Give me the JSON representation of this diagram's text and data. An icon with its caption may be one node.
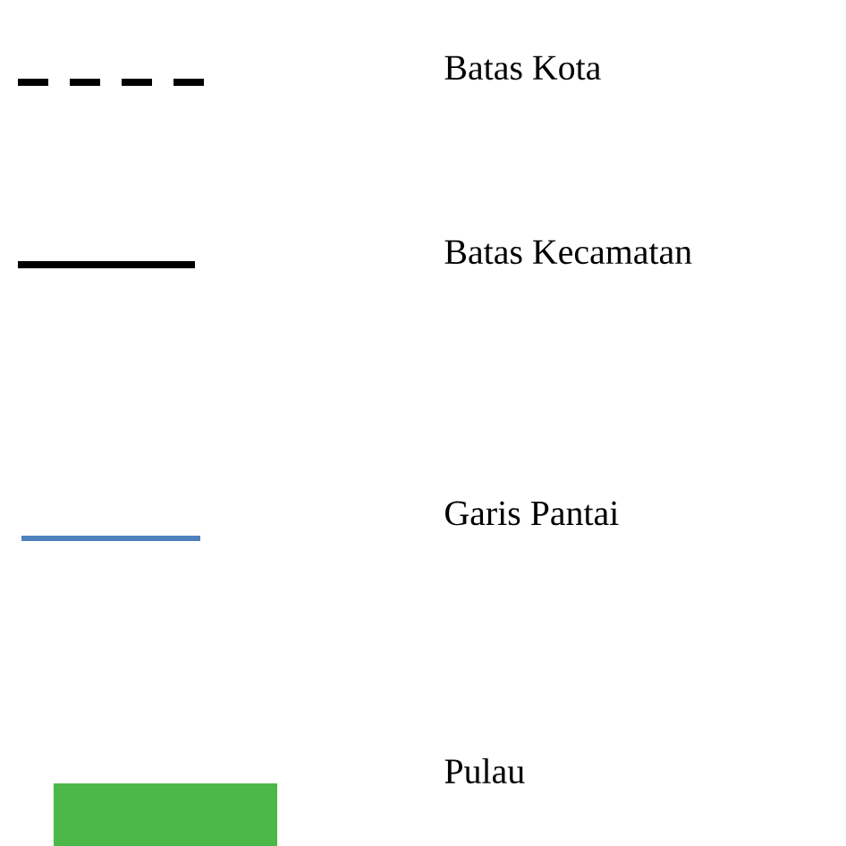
{
  "diagram": {
    "legend": [
      {
        "text": "Batas Kota"
      },
      {
        "text": "Batas Kecamatan"
      },
      {
        "text": "Garis Pantai"
      },
      {
        "text": "Pulau",
        "color": "#4cb848"
      }
    ]
  }
}
